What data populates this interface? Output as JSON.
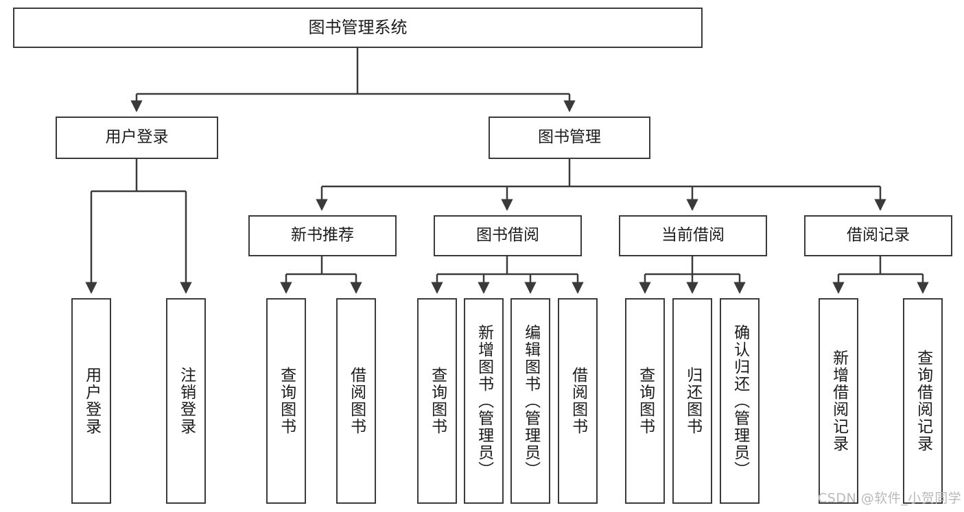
{
  "diagram": {
    "title": "图书管理系统",
    "watermark": "CSDN @软件_小贺同学",
    "line_color": "#3a3a3a",
    "box_border_color": "#3a3a3a",
    "box_fill_color": "#ffffff",
    "text_color": "#1b1b1b",
    "watermark_color": "#b9b9b9"
  },
  "nodes": {
    "root": {
      "label": "图书管理系统"
    },
    "level2": [
      {
        "label": "用户登录"
      },
      {
        "label": "图书管理"
      }
    ],
    "level3": [
      {
        "label": "新书推荐"
      },
      {
        "label": "图书借阅"
      },
      {
        "label": "当前借阅"
      },
      {
        "label": "借阅记录"
      }
    ],
    "leaves_user_login": [
      {
        "label": "用户登录"
      },
      {
        "label": "注销登录"
      }
    ],
    "leaves_new_book": [
      {
        "label": "查询图书"
      },
      {
        "label": "借阅图书"
      }
    ],
    "leaves_borrow": [
      {
        "label": "查询图书"
      },
      {
        "label": "新增图书（管理员）"
      },
      {
        "label": "编辑图书（管理员）"
      },
      {
        "label": "借阅图书"
      }
    ],
    "leaves_current": [
      {
        "label": "查询图书"
      },
      {
        "label": "归还图书"
      },
      {
        "label": "确认归还（管理员）"
      }
    ],
    "leaves_records": [
      {
        "label": "新增借阅记录"
      },
      {
        "label": "查询借阅记录"
      }
    ]
  }
}
